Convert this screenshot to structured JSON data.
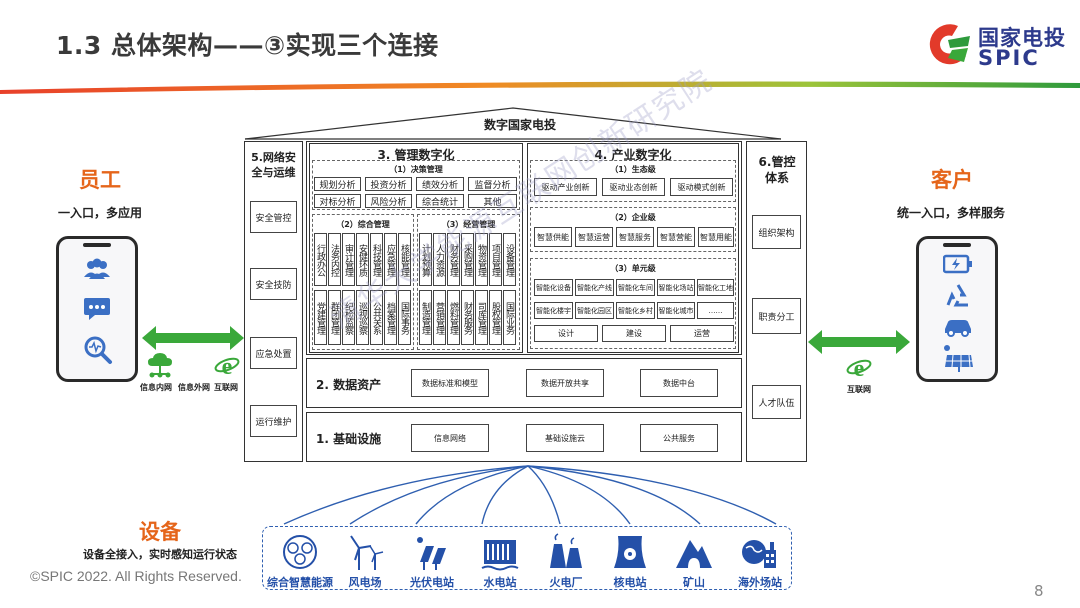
{
  "title": "1.3 总体架构——③实现三个连接",
  "logo": {
    "cn": "国家电投",
    "en": "SPIC"
  },
  "employees": {
    "title": "员工",
    "subtitle": "一入口，多应用"
  },
  "customers": {
    "title": "客户",
    "subtitle": "统一入口，多样服务"
  },
  "devices": {
    "title": "设备",
    "subtitle": "设备全接入，实时感知运行状态"
  },
  "networks_left": [
    "信息内网",
    "信息外网",
    "互联网"
  ],
  "network_right": "互联网",
  "framework": {
    "roof": "数字国家电投",
    "security": {
      "title": "5.网络安全与运维",
      "items": [
        "安全管控",
        "安全技防",
        "应急处置",
        "运行维护"
      ]
    },
    "management": {
      "title": "3. 管理数字化",
      "decision": {
        "title": "（1）决策管理",
        "items": [
          "规划分析",
          "投资分析",
          "绩效分析",
          "监督分析",
          "对标分析",
          "风险分析",
          "综合统计",
          "其他"
        ]
      },
      "general": {
        "title": "（2）综合管理",
        "row1": [
          "行政办公",
          "法务内控",
          "审计管理",
          "安健环质",
          "科技管理",
          "应急管理",
          "核能管理"
        ],
        "row2": [
          "党建管理",
          "群团管理",
          "纪检监察",
          "巡视巡察",
          "公共关系",
          "档案管理",
          "国际事务"
        ]
      },
      "operations": {
        "title": "（3）经营管理",
        "row1": [
          "计划预算",
          "人力资源",
          "财务管理",
          "采购管理",
          "物资管理",
          "项目管理",
          "设备管理"
        ],
        "row2": [
          "制造管理",
          "营销管理",
          "燃料管理",
          "财务服务",
          "司库管理",
          "股权管理",
          "国际业务"
        ]
      }
    },
    "industry": {
      "title": "4. 产业数字化",
      "ecology": {
        "title": "（1）生态级",
        "items": [
          "驱动产业创新",
          "驱动业态创新",
          "驱动模式创新"
        ]
      },
      "enterprise": {
        "title": "（2）企业级",
        "items": [
          "智慧供能",
          "智慧运营",
          "智慧服务",
          "智慧营能",
          "智慧用能"
        ]
      },
      "unit": {
        "title": "（3）单元级",
        "row1": [
          "智能化设备",
          "智能化产线",
          "智能化车间",
          "智能化场站",
          "智能化工地"
        ],
        "row2": [
          "智能化楼宇",
          "智能化园区",
          "智能化乡村",
          "智能化城市",
          "……"
        ],
        "row3": [
          "设计",
          "建设",
          "运营"
        ]
      }
    },
    "data_assets": {
      "title": "2. 数据资产",
      "items": [
        "数据标准和模型",
        "数据开放共享",
        "数据中台"
      ]
    },
    "infrastructure": {
      "title": "1. 基础设施",
      "items": [
        "信息网络",
        "基础设施云",
        "公共服务"
      ]
    },
    "control": {
      "title": "6.管控体系",
      "items": [
        "组织架构",
        "职责分工",
        "人才队伍"
      ]
    }
  },
  "device_sites": [
    "综合智慧能源",
    "风电场",
    "光伏电站",
    "水电站",
    "火电厂",
    "核电站",
    "矿山",
    "海外场站"
  ],
  "watermark": "清华大学能源互联网创新研究院",
  "copyright": "©SPIC 2022. All Rights Reserved.",
  "page_number": "8",
  "colors": {
    "accent_orange": "#e5651a",
    "accent_green": "#3aa83a",
    "brand_blue": "#2d3a8c",
    "device_blue": "#2450a8"
  }
}
